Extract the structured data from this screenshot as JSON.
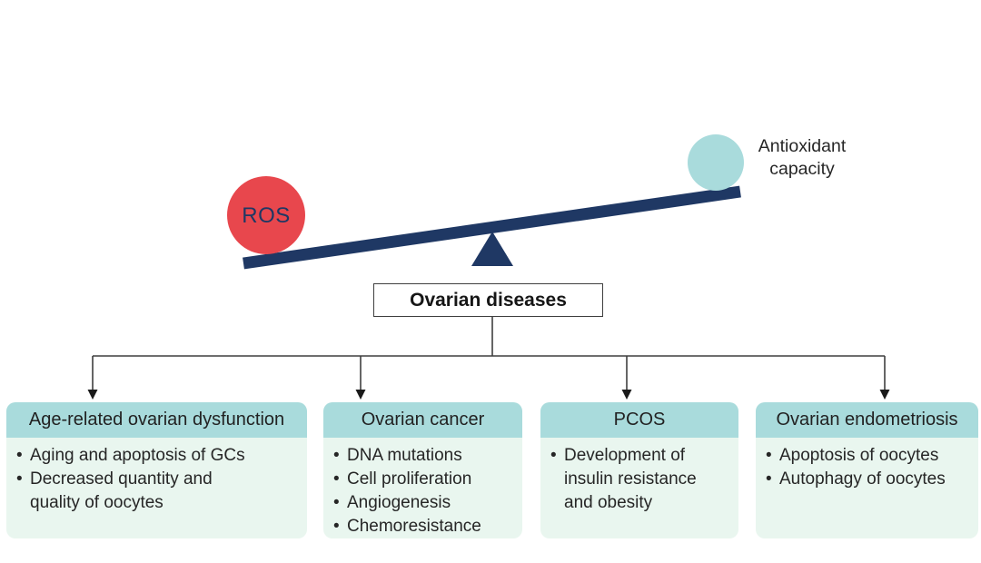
{
  "figure": {
    "bullet_char": "•",
    "seesaw": {
      "ros_label": "ROS",
      "antioxidant_label": "Antioxidant\ncapacity"
    },
    "root_label": "Ovarian diseases",
    "branches": [
      {
        "title": "Age-related ovarian dysfunction",
        "bullets": [
          "Aging and apoptosis of GCs",
          "Decreased quantity and\nquality of oocytes"
        ]
      },
      {
        "title": "Ovarian cancer",
        "bullets": [
          "DNA mutations",
          "Cell proliferation",
          "Angiogenesis",
          "Chemoresistance"
        ]
      },
      {
        "title": "PCOS",
        "bullets": [
          "Development of\ninsulin resistance\nand obesity"
        ]
      },
      {
        "title": "Ovarian endometriosis",
        "bullets": [
          "Apoptosis of oocytes",
          "Autophagy of oocytes"
        ]
      }
    ],
    "colors": {
      "ros_circle": "#e8474d",
      "antioxidant_circle": "#a9dbdc",
      "beam": "#1f3864",
      "fulcrum": "#1f3864",
      "branch_header_bg": "#a9dbdc",
      "branch_body_bg": "#e9f6ef",
      "connector": "#3f3f3f"
    }
  }
}
